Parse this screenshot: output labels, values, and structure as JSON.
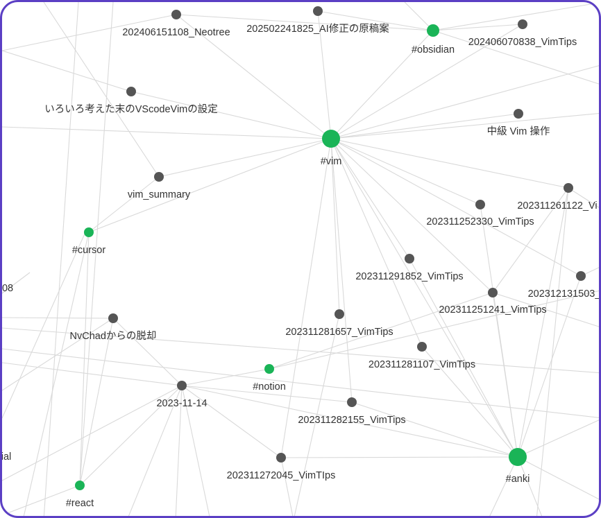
{
  "colors": {
    "tag_node": "#1ab457",
    "note_node": "#555555",
    "edge": "#d9d9d9",
    "label": "#333333",
    "frame": "#5b3fc4",
    "background": "#ffffff"
  },
  "graph": {
    "nodes": [
      {
        "id": "vim",
        "label": "#vim",
        "kind": "tag"
      },
      {
        "id": "obsidian",
        "label": "#obsidian",
        "kind": "tag"
      },
      {
        "id": "cursor",
        "label": "#cursor",
        "kind": "tag"
      },
      {
        "id": "notion",
        "label": "#notion",
        "kind": "tag"
      },
      {
        "id": "anki",
        "label": "#anki",
        "kind": "tag"
      },
      {
        "id": "react",
        "label": "#react",
        "kind": "tag"
      },
      {
        "id": "neotree",
        "label": "202406151108_Neotree",
        "kind": "note"
      },
      {
        "id": "ai",
        "label": "202502241825_AI修正の原稿案",
        "kind": "note"
      },
      {
        "id": "vt0838",
        "label": "202406070838_VimTips",
        "kind": "note"
      },
      {
        "id": "vscodevim",
        "label": "いろいろ考えた末のVScodeVimの設定",
        "kind": "note"
      },
      {
        "id": "chukyu",
        "label": "中級 Vim 操作",
        "kind": "note"
      },
      {
        "id": "vimsummary",
        "label": "vim_summary",
        "kind": "note"
      },
      {
        "id": "vt261122",
        "label": "202311261122_Vi",
        "kind": "note"
      },
      {
        "id": "vt252330",
        "label": "202311252330_VimTips",
        "kind": "note"
      },
      {
        "id": "vt291852",
        "label": "202311291852_VimTips",
        "kind": "note"
      },
      {
        "id": "vt131503",
        "label": "202312131503_",
        "kind": "note"
      },
      {
        "id": "vt251241",
        "label": "202311251241_VimTips",
        "kind": "note"
      },
      {
        "id": "nvchad",
        "label": "NvChadからの脱却",
        "kind": "note"
      },
      {
        "id": "vt281657",
        "label": "202311281657_VimTips",
        "kind": "note"
      },
      {
        "id": "vt281107",
        "label": "202311281107_VimTips",
        "kind": "note"
      },
      {
        "id": "d20231114",
        "label": "2023-11-14",
        "kind": "note"
      },
      {
        "id": "vt282155",
        "label": "202311282155_VimTips",
        "kind": "note"
      },
      {
        "id": "vt272045",
        "label": "202311272045_VimTIps",
        "kind": "note"
      },
      {
        "id": "edge08",
        "label": "08",
        "kind": "label_only"
      },
      {
        "id": "edgeial",
        "label": "ial",
        "kind": "label_only"
      }
    ],
    "edges": [
      [
        "vim",
        "neotree"
      ],
      [
        "vim",
        "ai"
      ],
      [
        "vim",
        "obsidian"
      ],
      [
        "vim",
        "vscodevim"
      ],
      [
        "vim",
        "chukyu"
      ],
      [
        "vim",
        "vimsummary"
      ],
      [
        "vim",
        "vt261122"
      ],
      [
        "vim",
        "vt252330"
      ],
      [
        "vim",
        "vt291852"
      ],
      [
        "vim",
        "vt131503"
      ],
      [
        "vim",
        "vt251241"
      ],
      [
        "vim",
        "vt281657"
      ],
      [
        "vim",
        "vt281107"
      ],
      [
        "vim",
        "vt282155"
      ],
      [
        "vim",
        "vt272045"
      ],
      [
        "vim",
        "anki"
      ],
      [
        "vim",
        "cursor"
      ],
      [
        "vim",
        "vt0838"
      ],
      [
        "obsidian",
        "vt0838"
      ],
      [
        "obsidian",
        "ai"
      ],
      [
        "obsidian",
        "neotree"
      ],
      [
        "anki",
        "vt251241"
      ],
      [
        "anki",
        "vt252330"
      ],
      [
        "anki",
        "vt291852"
      ],
      [
        "anki",
        "vt281107"
      ],
      [
        "anki",
        "vt272045"
      ],
      [
        "anki",
        "vt261122"
      ],
      [
        "anki",
        "vt131503"
      ],
      [
        "anki",
        "vt282155"
      ],
      [
        "anki",
        "d20231114"
      ],
      [
        "cursor",
        "react"
      ],
      [
        "cursor",
        "vimsummary"
      ],
      [
        "notion",
        "vt251241"
      ],
      [
        "notion",
        "d20231114"
      ],
      [
        "d20231114",
        "nvchad"
      ],
      [
        "d20231114",
        "vt272045"
      ],
      [
        "d20231114",
        "react"
      ],
      [
        "d20231114",
        "vt282155"
      ],
      [
        "nvchad",
        "react"
      ],
      [
        "vt261122",
        "vt251241"
      ]
    ]
  }
}
